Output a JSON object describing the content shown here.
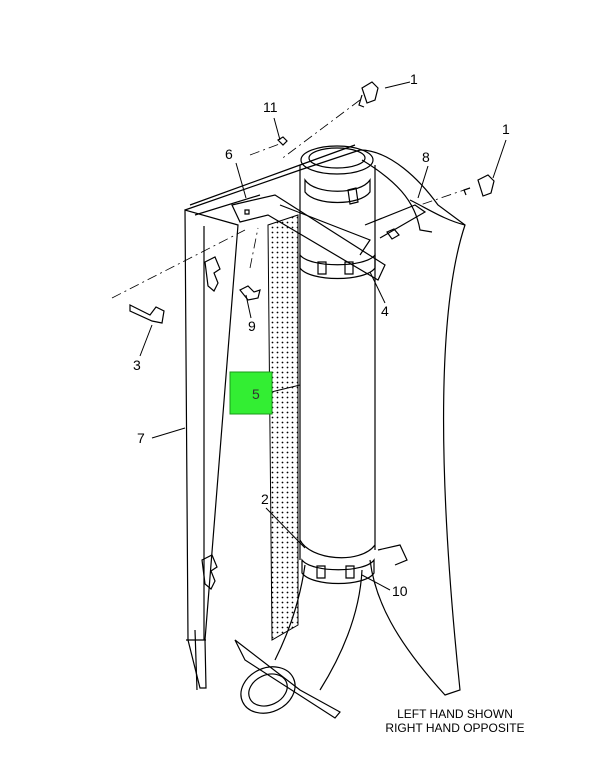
{
  "callouts": {
    "c1a": "1",
    "c1b": "1",
    "c11": "11",
    "c6": "6",
    "c8": "8",
    "c9": "9",
    "c4": "4",
    "c3": "3",
    "c5": "5",
    "c7": "7",
    "c2": "2",
    "c10": "10"
  },
  "note": {
    "line1": "LEFT HAND SHOWN",
    "line2": "RIGHT HAND OPPOSITE"
  },
  "colors": {
    "hotspot": "#33ee33",
    "ink": "#000000"
  }
}
